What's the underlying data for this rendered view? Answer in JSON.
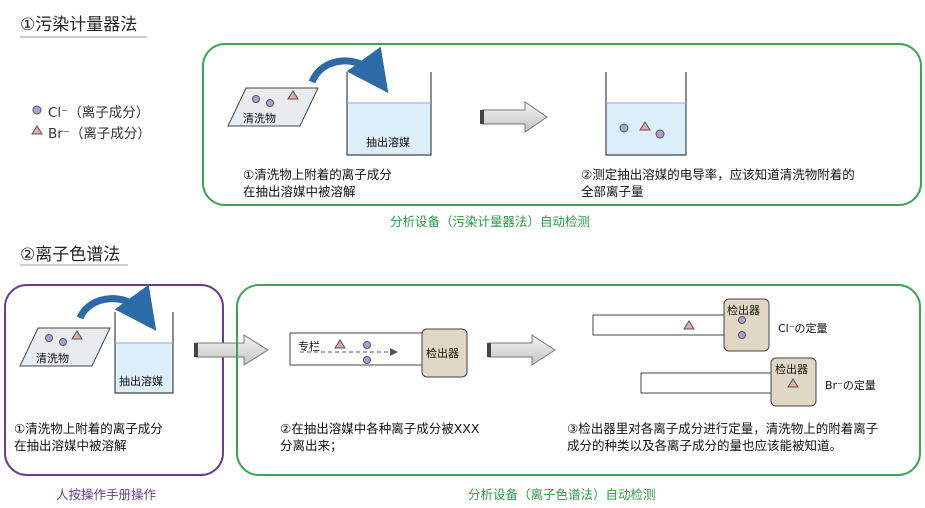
{
  "section1": {
    "title": "①污染计量器法",
    "legend": {
      "cl": "Cl⁻（离子成分）",
      "br": "Br⁻（离子成分）"
    },
    "item_label": "清洗物",
    "beaker_label": "抽出溶媒",
    "step1": [
      "①清洗物上附着的离子成分",
      "在抽出溶媒中被溶解"
    ],
    "step2": [
      "②测定抽出溶媒的电导率，应该知道清洗物附着的",
      "全部离子量"
    ],
    "caption": "分析设备（污染计量器法）自动检测"
  },
  "section2": {
    "title": "②离子色谱法",
    "item_label": "清洗物",
    "beaker_label": "抽出溶媒",
    "column_label": "专栏",
    "detector_label": "检出器",
    "step1": [
      "①清洗物上附着的离子成分",
      "在抽出溶媒中被溶解"
    ],
    "step2": [
      "②在抽出溶媒中各种离子成分被XXX",
      "分离出来；"
    ],
    "step3": [
      "③检出器里对各离子成分进行定量，清洗物上的附着离子",
      "成分的种类以及各离子成分的量也应该能被知道。"
    ],
    "cl_quant": "Cl⁻の定量",
    "br_quant": "Br⁻の定量",
    "caption_manual": "人按操作手册操作",
    "caption_auto": "分析设备（离子色谱法）自动检测"
  },
  "colors": {
    "green": "#3aa655",
    "purple": "#6a3d8f",
    "cl_dot": "#a8a0d8",
    "br_dot": "#e8a8a8",
    "liquid": "#dceefa",
    "detector": "#e0d8c4"
  }
}
